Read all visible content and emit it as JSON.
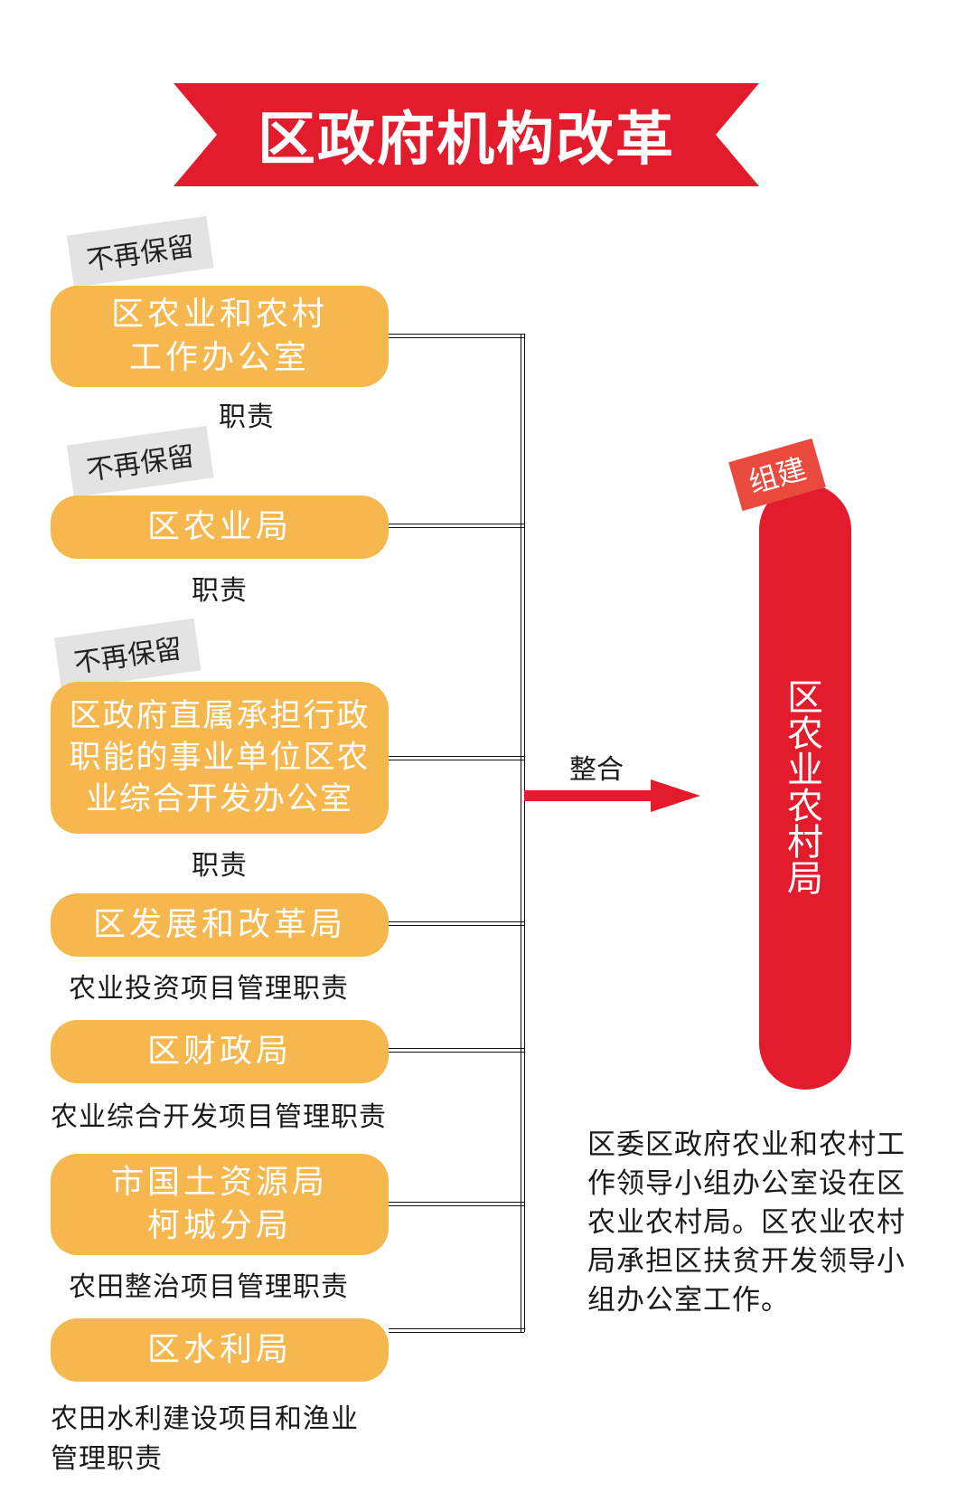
{
  "title": "区政府机构改革",
  "colors": {
    "banner_red": "#e21c2c",
    "box_orange": "#f6b74f",
    "tag_gray": "#e3e3e3",
    "result_red": "#e21c2c",
    "build_tag_red": "#ea4a3d"
  },
  "tag_removed": "不再保留",
  "boxes": [
    {
      "lines": [
        "区农业和农村",
        "工作办公室"
      ],
      "duty_lines": [
        "职责"
      ]
    },
    {
      "lines": [
        "区农业局"
      ],
      "duty_lines": [
        "职责"
      ]
    },
    {
      "lines": [
        "区政府直属承担行政",
        "职能的事业单位区农",
        "业综合开发办公室"
      ],
      "duty_lines": [
        "职责"
      ]
    },
    {
      "lines": [
        "区发展和改革局"
      ],
      "duty_lines": [
        "农业投资项目管理职责"
      ]
    },
    {
      "lines": [
        "区财政局"
      ],
      "duty_lines": [
        "农业综合开发项目管理职责"
      ]
    },
    {
      "lines": [
        "市国土资源局",
        "柯城分局"
      ],
      "duty_lines": [
        "农田整治项目管理职责"
      ]
    },
    {
      "lines": [
        "区水利局"
      ],
      "duty_lines": [
        "农田水利建设项目和渔业",
        "管理职责"
      ]
    }
  ],
  "integrate_label": "整合",
  "build_tag": "组建",
  "result": "区农业农村局",
  "note_lines": [
    "区委区政府农业和农村工",
    "作领导小组办公室设在区",
    "农业农村局。区农业农村",
    "局承担区扶贫开发领导小",
    "组办公室工作。"
  ]
}
